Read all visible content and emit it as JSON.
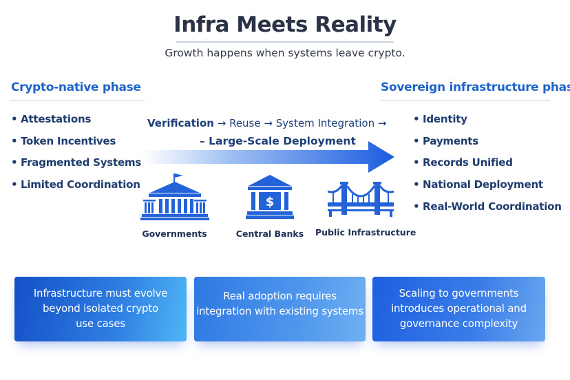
{
  "header": {
    "title": "Infra Meets Reality",
    "subtitle": "Growth happens when systems leave crypto."
  },
  "left_phase": {
    "heading": "Crypto-native phase",
    "items": [
      "Attestations",
      "Token Incentives",
      "Fragmented Systems",
      "Limited Coordination"
    ]
  },
  "right_phase": {
    "heading": "Sovereign infrastructure phase",
    "items": [
      "Identity",
      "Payments",
      "Records Unified",
      "National Deployment",
      "Real-World Coordination"
    ]
  },
  "flow": {
    "step1": "Verification",
    "arrow": "→",
    "step2": "Reuse",
    "step3": "System Integration",
    "step4": "Large-Scale Deployment",
    "step4_prefix": "–"
  },
  "institutions": [
    {
      "label": "Governments",
      "icon": "government-building-icon"
    },
    {
      "label": "Central Banks",
      "icon": "central-bank-icon"
    },
    {
      "label": "Public Infrastructure",
      "icon": "bridge-icon"
    }
  ],
  "cards": [
    {
      "text": "Infrastructure must evolve\nbeyond isolated crypto\nuse cases"
    },
    {
      "text": "Real adoption requires\nintegration with existing systems"
    },
    {
      "text": "Scaling to governments\nintroduces operational and\ngovernance complexity"
    }
  ],
  "colors": {
    "accent": "#1e63c8",
    "arrow_start": "#e8f0fc",
    "arrow_end": "#1a5de0",
    "icon": "#2462d8"
  }
}
